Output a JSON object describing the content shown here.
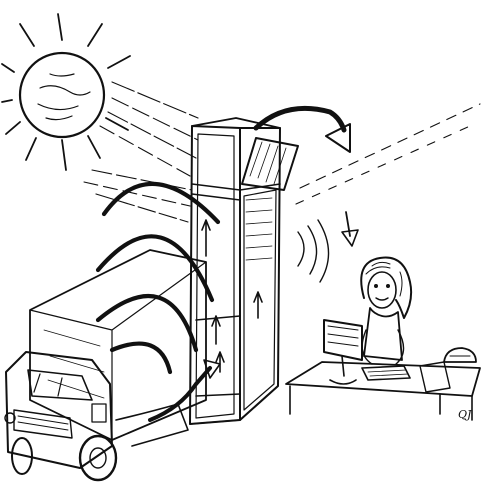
{
  "illustration": {
    "elements": [
      "sun",
      "sun-rays",
      "truck",
      "noise-waves",
      "double-facade-window",
      "open-top-vent-flap",
      "airflow-arrows",
      "office-worker",
      "desk",
      "computer-monitor",
      "keyboard",
      "desk-lamp"
    ],
    "signature": "QJ",
    "colors": {
      "ink": "#111111",
      "paper": "#ffffff"
    }
  }
}
